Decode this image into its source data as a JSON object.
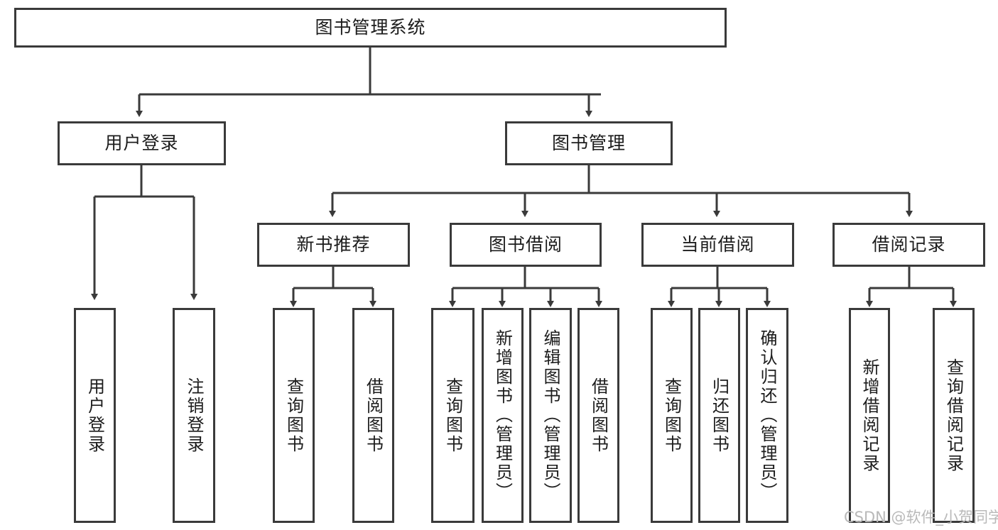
{
  "diagram": {
    "type": "tree-hierarchy",
    "title": "图书管理系统",
    "root": {
      "id": "root",
      "label": "图书管理系统"
    },
    "level2": [
      {
        "id": "user-login",
        "label": "用户登录"
      },
      {
        "id": "book-management",
        "label": "图书管理"
      }
    ],
    "level3": [
      {
        "id": "new-book-recommend",
        "label": "新书推荐",
        "parent": "book-management"
      },
      {
        "id": "book-borrow",
        "label": "图书借阅",
        "parent": "book-management"
      },
      {
        "id": "current-borrow",
        "label": "当前借阅",
        "parent": "book-management"
      },
      {
        "id": "borrow-record",
        "label": "借阅记录",
        "parent": "book-management"
      }
    ],
    "leaves": [
      {
        "id": "leaf-user-login",
        "label": "用户登录",
        "parent": "user-login"
      },
      {
        "id": "leaf-logout-login",
        "label": "注销登录",
        "parent": "user-login"
      },
      {
        "id": "leaf-query-book-1",
        "label": "查询图书",
        "parent": "new-book-recommend"
      },
      {
        "id": "leaf-borrow-book-1",
        "label": "借阅图书",
        "parent": "new-book-recommend"
      },
      {
        "id": "leaf-query-book-2",
        "label": "查询图书",
        "parent": "book-borrow"
      },
      {
        "id": "leaf-add-book",
        "label": "新增图书（管理员）",
        "parent": "book-borrow"
      },
      {
        "id": "leaf-edit-book",
        "label": "编辑图书（管理员）",
        "parent": "book-borrow"
      },
      {
        "id": "leaf-borrow-book-2",
        "label": "借阅图书",
        "parent": "book-borrow"
      },
      {
        "id": "leaf-query-book-3",
        "label": "查询图书",
        "parent": "current-borrow"
      },
      {
        "id": "leaf-return-book",
        "label": "归还图书",
        "parent": "current-borrow"
      },
      {
        "id": "leaf-confirm-return",
        "label": "确认归还（管理员）",
        "parent": "current-borrow"
      },
      {
        "id": "leaf-add-record",
        "label": "新增借阅记录",
        "parent": "borrow-record"
      },
      {
        "id": "leaf-query-record",
        "label": "查询借阅记录",
        "parent": "borrow-record"
      }
    ]
  },
  "watermark": {
    "text": "CSDN @软件_小贺同学"
  },
  "colors": {
    "stroke": "#3a3a3a",
    "background": "#ffffff",
    "text": "#1c1c1c",
    "watermark": "#b9b9b9"
  }
}
